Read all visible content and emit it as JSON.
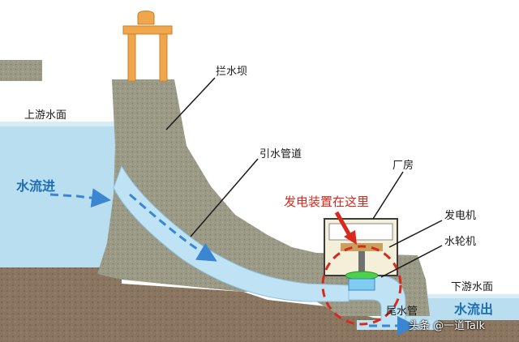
{
  "labels": {
    "dam": "拦水坝",
    "upstream": "上游水面",
    "penstock": "引水管道",
    "inflow": "水流进",
    "powerhouse": "厂房",
    "callout": "发电装置在这里",
    "generator": "发电机",
    "turbine": "水轮机",
    "downstream": "下游水面",
    "draft_tube": "尾水管",
    "outflow": "水流出"
  },
  "watermark": "头条 @一道Talk",
  "colors": {
    "sky": "#ffffff",
    "water_light": "#bfe0f0",
    "water": "#9fd0ea",
    "concrete": "#9a9a86",
    "soil": "#8c7862",
    "gantry": "#f0a64a",
    "flow_arrow": "#3a86d0",
    "callout": "#d9281c",
    "turbine_green": "#4cd14a"
  }
}
